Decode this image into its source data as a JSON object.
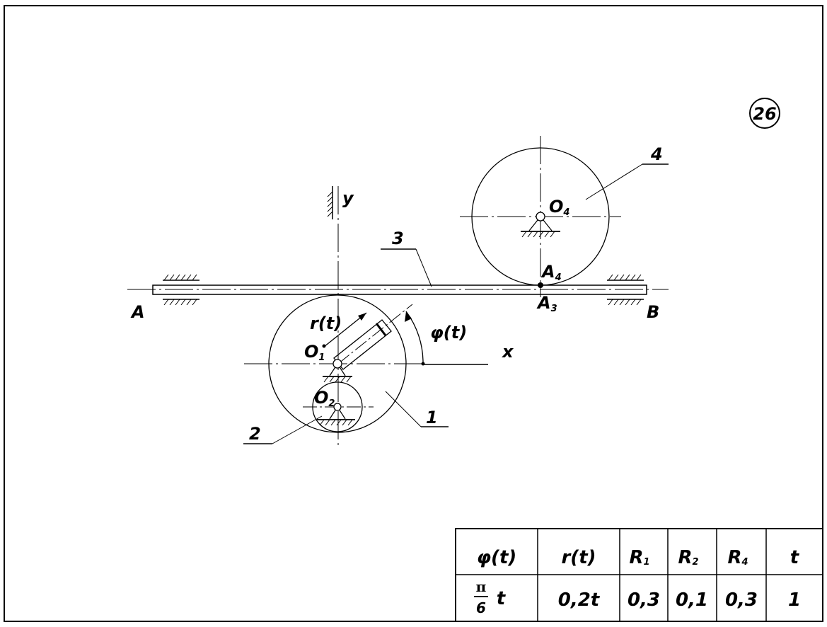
{
  "sheet_number": "26",
  "labels": {
    "axis_y": "y",
    "axis_x": "x",
    "point_A": "A",
    "point_B": "B",
    "point_O1": "O",
    "point_O1_sub": "1",
    "point_O2": "O",
    "point_O2_sub": "2",
    "point_O4": "O",
    "point_O4_sub": "4",
    "point_A4": "A",
    "point_A4_sub": "4",
    "point_A3": "A",
    "point_A3_sub": "3",
    "r_t": "r(t)",
    "phi_t": "φ(t)",
    "part_1": "1",
    "part_2": "2",
    "part_3": "3",
    "part_4": "4"
  },
  "table": {
    "headers": [
      "φ(t)",
      "r(t)",
      "R",
      "R",
      "R",
      "t"
    ],
    "header_subs": [
      "",
      "",
      "1",
      "2",
      "4",
      ""
    ],
    "values": [
      "t",
      "0,2t",
      "0,3",
      "0,1",
      "0,3",
      "1"
    ],
    "phi_fraction": {
      "numerator": "π",
      "denominator": "6"
    }
  }
}
